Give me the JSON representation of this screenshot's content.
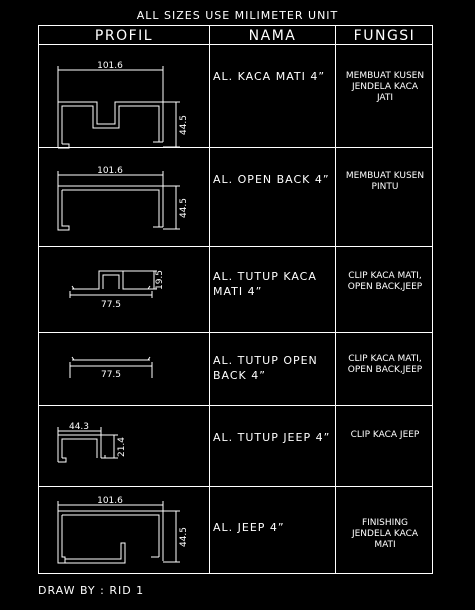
{
  "title": "ALL SIZES USE MILIMETER UNIT",
  "headers": {
    "profil": "PROFIL",
    "nama": "NAMA",
    "fungsi": "FUNGSI"
  },
  "rows": [
    {
      "nama": "AL. KACA MATI 4”",
      "fungsi": "MEMBUAT KUSEN\nJENDELA KACA\nJATI",
      "dims": [
        "101.6",
        "44.5"
      ]
    },
    {
      "nama": "AL. OPEN BACK 4”",
      "fungsi": "MEMBUAT KUSEN\nPINTU",
      "dims": [
        "101.6",
        "44.5"
      ]
    },
    {
      "nama": "AL. TUTUP KACA\nMATI 4”",
      "fungsi": "CLIP KACA MATI,\nOPEN BACK,JEEP",
      "dims": [
        "77.5",
        "19.5"
      ]
    },
    {
      "nama": "AL. TUTUP OPEN\nBACK 4”",
      "fungsi": "CLIP KACA MATI,\nOPEN BACK,JEEP",
      "dims": [
        "77.5"
      ]
    },
    {
      "nama": "AL. TUTUP JEEP 4”",
      "fungsi": "CLIP KACA JEEP",
      "dims": [
        "44.3",
        "21.4"
      ]
    },
    {
      "nama": "AL. JEEP 4”",
      "fungsi": "FINISHING\nJENDELA KACA\nMATI",
      "dims": [
        "101.6",
        "44.5"
      ]
    }
  ],
  "footer": "DRAW BY : RID 1"
}
